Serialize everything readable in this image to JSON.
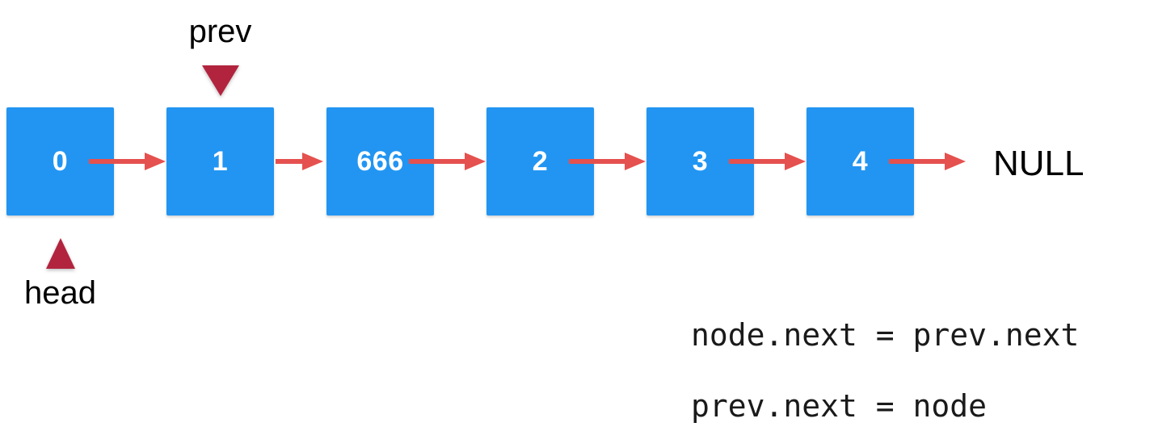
{
  "diagram": {
    "nodes": [
      {
        "value": "0"
      },
      {
        "value": "1"
      },
      {
        "value": "666"
      },
      {
        "value": "2"
      },
      {
        "value": "3"
      },
      {
        "value": "4"
      }
    ],
    "null_label": "NULL",
    "pointers": [
      {
        "label": "prev",
        "node_index": 1,
        "position": "above"
      },
      {
        "label": "head",
        "node_index": 0,
        "position": "below"
      }
    ],
    "code_lines": [
      "node.next = prev.next",
      "prev.next = node"
    ],
    "colors": {
      "node_fill": "#2295F2",
      "node_text": "#FFFFFF",
      "arrow": "#E5514F",
      "pointer_marker": "#B2243E",
      "label_text": "#000000",
      "background": "#FFFFFF"
    }
  }
}
